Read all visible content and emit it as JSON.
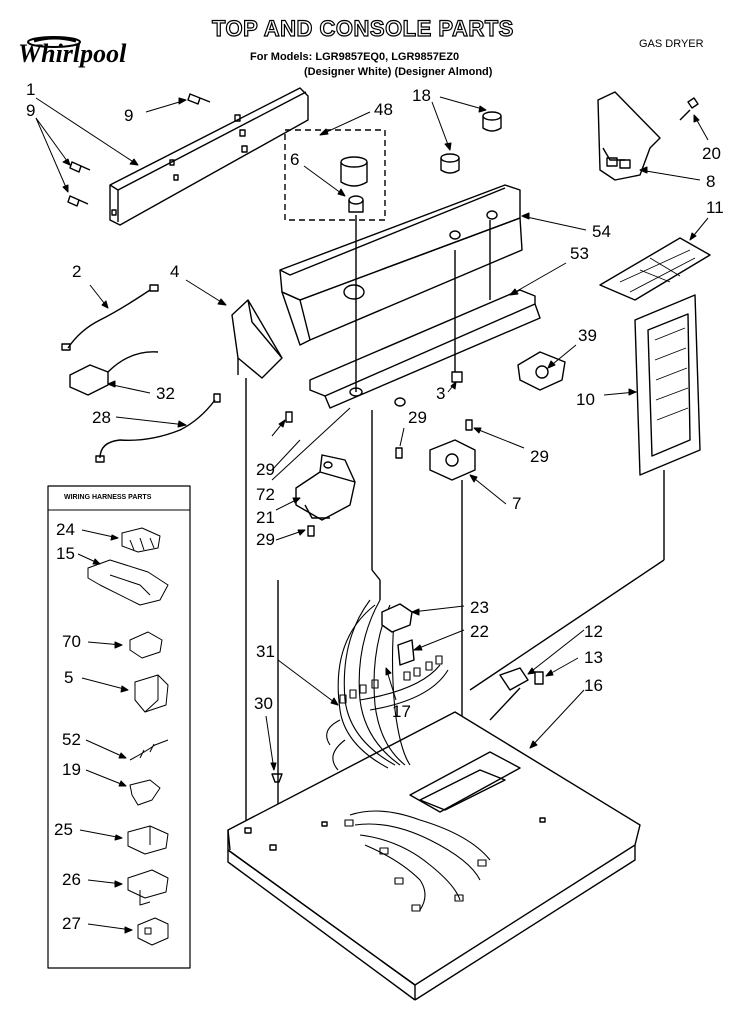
{
  "header": {
    "title": "TOP AND CONSOLE PARTS",
    "models_line": "For Models: LGR9857EQ0, LGR9857EZ0",
    "variants_line": "(Designer White) (Designer Almond)",
    "product_type": "GAS DRYER",
    "brand": "Whirlpool"
  },
  "legend_box": {
    "title": "WIRING HARNESS PARTS",
    "items": [
      "24",
      "15",
      "70",
      "5",
      "52",
      "19",
      "25",
      "26",
      "27"
    ]
  },
  "callouts": [
    "1",
    "9",
    "9",
    "2",
    "4",
    "32",
    "28",
    "48",
    "6",
    "18",
    "20",
    "8",
    "54",
    "53",
    "11",
    "39",
    "10",
    "3",
    "29",
    "29",
    "29",
    "72",
    "21",
    "29",
    "7",
    "23",
    "22",
    "12",
    "13",
    "16",
    "31",
    "17",
    "30"
  ]
}
